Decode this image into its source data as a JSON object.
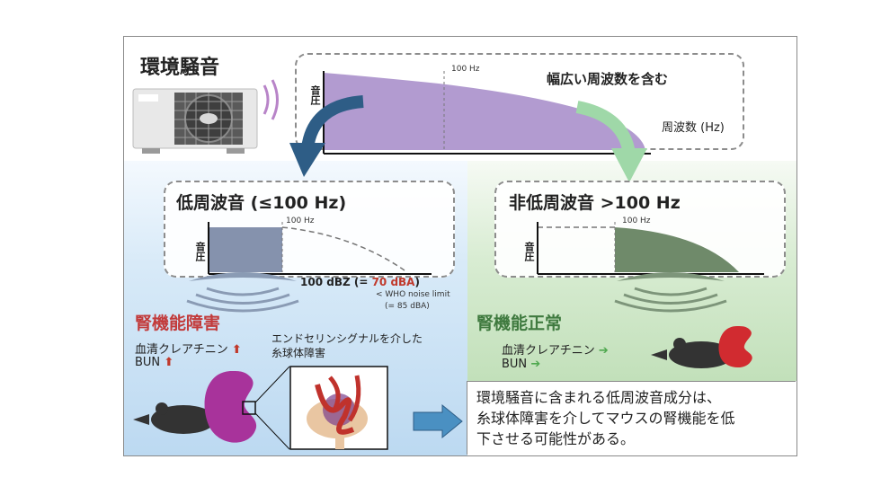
{
  "top": {
    "title": "環境騒音",
    "spectrum_label": "幅広い周波数を含む",
    "mark_100hz": "100 Hz",
    "y_axis": "音圧",
    "x_axis": "周波数 (Hz)"
  },
  "low": {
    "title": "低周波音 (≤100 Hz)",
    "mark_100hz": "100 Hz",
    "y_axis": "音圧",
    "level_prefix": "100 dBZ (= ",
    "level_value": "70 dBA",
    "level_suffix": ")",
    "who_line1": "< WHO noise limit",
    "who_line2": "(= 85 dBA)",
    "outcome": "腎機能障害",
    "marker1": "血清クレアチニン",
    "marker2": "BUN",
    "mechanism_line1": "エンドセリンシグナルを介した",
    "mechanism_line2": "糸球体障害"
  },
  "high": {
    "title": "非低周波音 >100 Hz",
    "mark_100hz": "100 Hz",
    "y_axis": "音圧",
    "outcome": "腎機能正常",
    "marker1": "血清クレアチニン",
    "marker2": "BUN"
  },
  "summary": {
    "line1": "環境騒音に含まれる低周波音成分は、",
    "line2": "糸球体障害を介してマウスの腎機能を低",
    "line3": "下させる可能性がある。"
  },
  "colors": {
    "spectrum_purple": "#b29bd0",
    "low_band": "#8592ad",
    "high_band": "#6f8a6a",
    "arrow_blue": "#2e5d86",
    "arrow_green": "#9fd8a8",
    "up_red": "#c0392b",
    "right_green": "#4ea84e",
    "kidney_purple": "#a8339b",
    "kidney_red": "#d12b30"
  },
  "icons": [
    "air-conditioner-icon",
    "sound-wave-icon",
    "mouse-icon",
    "kidney-icon",
    "glomerulus-icon",
    "speaker-wave-icon",
    "up-arrow-icon",
    "right-arrow-icon"
  ]
}
